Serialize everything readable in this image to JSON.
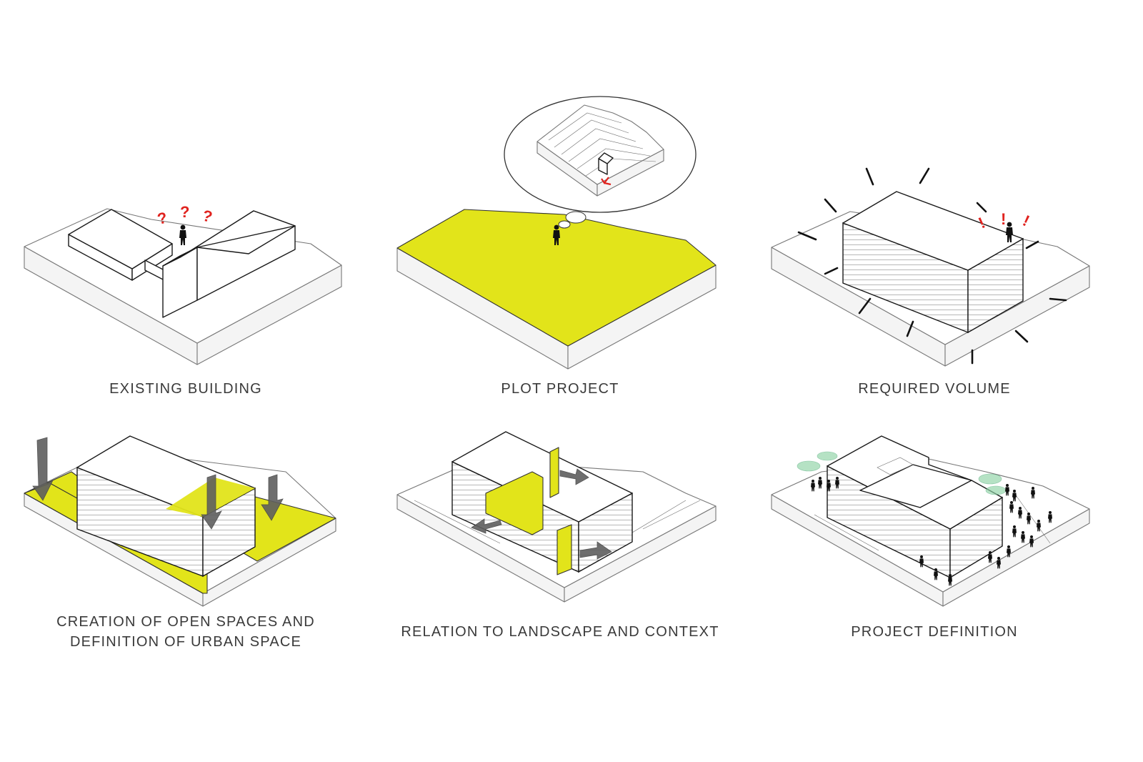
{
  "colors": {
    "accent": "#e2e41a",
    "alert": "#e0231f",
    "tree": "#8fd3a6",
    "caption": "#3a3a3a"
  },
  "panels": [
    {
      "id": "existing-building",
      "caption_lines": [
        "EXISTING BUILDING"
      ],
      "marks": [
        "?",
        "?",
        "?"
      ]
    },
    {
      "id": "plot-project",
      "caption_lines": [
        "PLOT PROJECT"
      ]
    },
    {
      "id": "required-volume",
      "caption_lines": [
        "REQUIRED VOLUME"
      ],
      "marks": [
        "!",
        "!",
        "!"
      ]
    },
    {
      "id": "open-spaces",
      "caption_lines": [
        "CREATION OF OPEN SPACES AND",
        "DEFINITION OF URBAN SPACE"
      ]
    },
    {
      "id": "landscape-context",
      "caption_lines": [
        "RELATION TO LANDSCAPE AND CONTEXT"
      ]
    },
    {
      "id": "project-definition",
      "caption_lines": [
        "PROJECT DEFINITION"
      ]
    }
  ]
}
